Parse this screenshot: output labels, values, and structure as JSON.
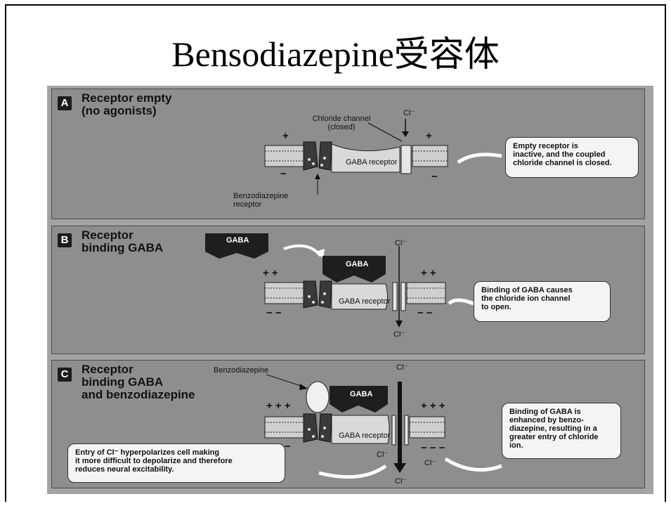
{
  "slide": {
    "title": "Bensodiazepine受容体"
  },
  "panel_a": {
    "letter": "A",
    "title": "Receptor empty\n(no agonists)",
    "chloride_channel_label": "Chloride channel\n(closed)",
    "receptor_label": "GABA receptor",
    "benzodiazepine_receptor_label": "Benzodiazepine\nreceptor",
    "ion_label": "Cl⁻",
    "charge_plus": "+",
    "charge_minus": "−",
    "callout": "Empty receptor is\ninactive, and the coupled\nchloride channel is closed."
  },
  "panel_b": {
    "letter": "B",
    "title": "Receptor\nbinding GABA",
    "gaba_free_label": "GABA",
    "gaba_bound_label": "GABA",
    "receptor_label": "GABA receptor",
    "ion_top_label": "Cl⁻",
    "ion_bottom_label": "Cl⁻",
    "charge_plus": "+   +",
    "charge_minus": "−   −",
    "callout": "Binding of GABA causes\nthe chloride ion channel\nto open."
  },
  "panel_c": {
    "letter": "C",
    "title": "Receptor\nbinding GABA\nand benzodiazepine",
    "benzodiazepine_label": "Benzodiazepine",
    "gaba_label": "GABA",
    "receptor_label": "GABA receptor",
    "ion_top_label": "Cl⁻",
    "ion_left_label": "Cl⁻",
    "ion_mid_label": "Cl⁻",
    "ion_right_label": "Cl⁻",
    "charge_plus": "+ + +",
    "charge_minus": "− − −",
    "callout_left": "Entry of Cl⁻ hyperpolarizes cell making\nit more difficult to depolarize and therefore\nreduces neural excitability.",
    "callout_right": "Binding of GABA is\nenhanced by benzo-\ndiazepine, resulting in a\ngreater entry of chloride\nion."
  }
}
